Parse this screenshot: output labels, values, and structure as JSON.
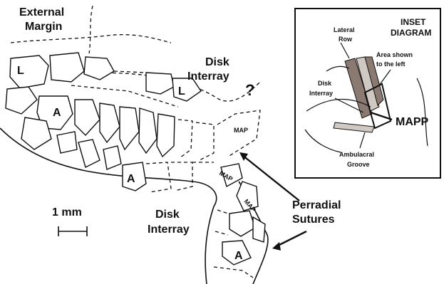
{
  "labels": {
    "external_margin": [
      "External",
      "Margin"
    ],
    "disk_interray_top": [
      "Disk",
      "Interray"
    ],
    "question_mark": "?",
    "disk_interray_bottom": [
      "Disk",
      "Interray"
    ],
    "scale_bar": "1 mm",
    "perradial_sutures": [
      "Perradial",
      "Sutures"
    ],
    "plate_L": "L",
    "plate_A": "A",
    "plate_MAP": "MAP"
  },
  "inset": {
    "title": [
      "INSET",
      "DIAGRAM"
    ],
    "lateral_row": [
      "Lateral",
      "Row"
    ],
    "area_shown": [
      "Area shown",
      "to the left"
    ],
    "disk_interray": [
      "Disk",
      "Interray"
    ],
    "mapp": "MAPP",
    "ambulacral_groove": [
      "Ambulacral",
      "Groove"
    ]
  }
}
